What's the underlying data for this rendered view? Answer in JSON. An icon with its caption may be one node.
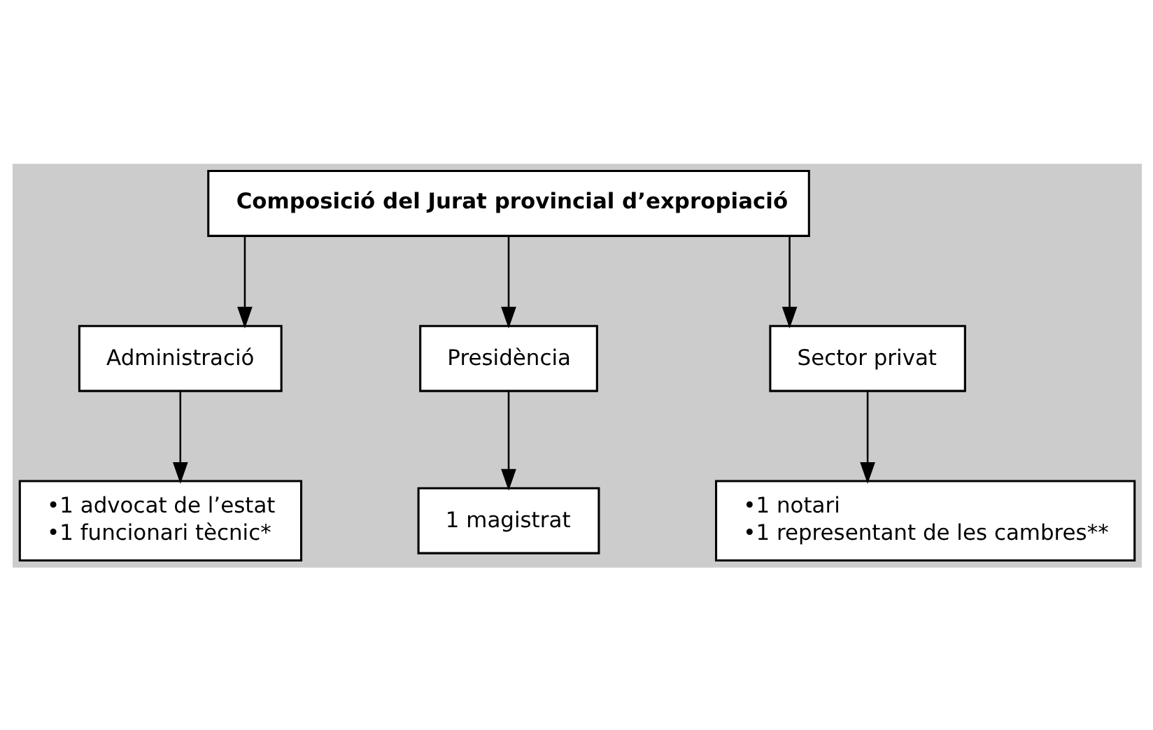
{
  "diagram": {
    "nodes": [
      {
        "text": [
          "Composició del Jurat provincial d’expropiació"
        ]
      },
      {
        "text": [
          "Administració"
        ]
      },
      {
        "text": [
          "Presidència"
        ]
      },
      {
        "text": [
          "Sector privat"
        ]
      },
      {
        "text": [
          "•1 advocat de l’estat",
          "•1 funcionari tècnic*"
        ]
      },
      {
        "text": [
          "1 magistrat"
        ]
      },
      {
        "text": [
          "•1 notari",
          "•1 representant de les cambres**"
        ]
      }
    ],
    "edges": [
      {
        "from": 0,
        "to": 1,
        "arrow": "to"
      },
      {
        "from": 0,
        "to": 2,
        "arrow": "to"
      },
      {
        "from": 0,
        "to": 3,
        "arrow": "to"
      },
      {
        "from": 1,
        "to": 4,
        "arrow": "to"
      },
      {
        "from": 2,
        "to": 5,
        "arrow": "to"
      },
      {
        "from": 3,
        "to": 6,
        "arrow": "to"
      }
    ]
  }
}
